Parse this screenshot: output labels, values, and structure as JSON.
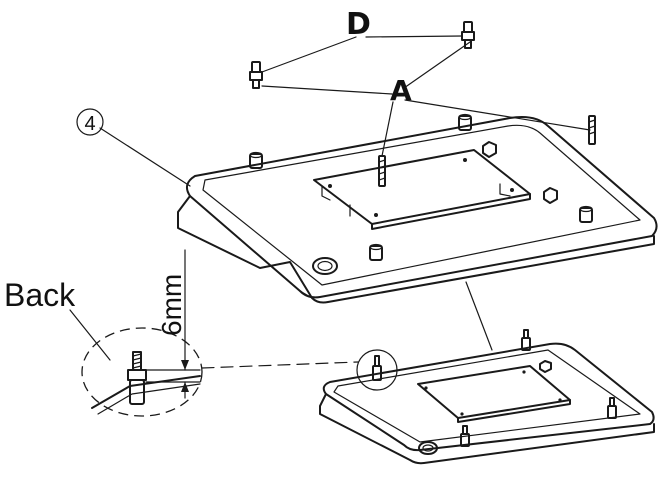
{
  "labels": {
    "d": "D",
    "a": "A",
    "part_number": "4",
    "back": "Back",
    "dimension": "6mm"
  },
  "colors": {
    "stroke": "#1a1a1a",
    "background": "#ffffff"
  }
}
